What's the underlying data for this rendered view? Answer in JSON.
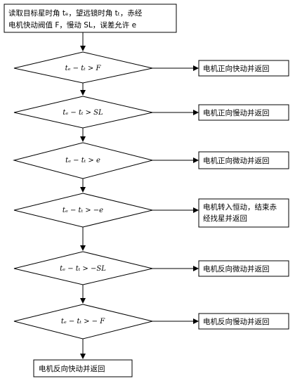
{
  "start": {
    "line1": "读取目标星时角  tₑ，望远镜时角  tₜ，赤经",
    "line2": "电机快动阀值 F，慢动 SL，误差允许 e"
  },
  "decisions": [
    {
      "condition": "tₑ − tₜ > F",
      "action": [
        "电机正向快动并返回"
      ]
    },
    {
      "condition": "tₑ − tₜ > SL",
      "action": [
        "电机正向慢动并返回"
      ]
    },
    {
      "condition": "tₑ − tₜ > e",
      "action": [
        "电机正向微动并返回"
      ]
    },
    {
      "condition": "tₑ − tₜ > −e",
      "action": [
        "电机转入恒动，结束赤",
        "经找星并返回"
      ]
    },
    {
      "condition": "tₑ − tₜ > −SL",
      "action": [
        "电机反向微动并返回"
      ]
    },
    {
      "condition": "tₑ − tₜ > − F",
      "action": [
        "电机反向慢动并返回"
      ]
    }
  ],
  "end": {
    "label": "电机反向快动并返回"
  }
}
